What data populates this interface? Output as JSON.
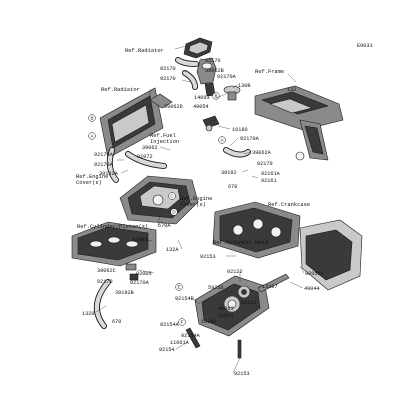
{
  "diagram_code": "E0031",
  "references": {
    "radiator_top": "Ref.Radiator",
    "radiator_left": "Ref.Radiator",
    "frame": "Ref.Frame",
    "fuel_injection": "Ref.Fuel\nInjection",
    "engine_cover_left": "Ref.Engine\nCover(s)",
    "engine_cover_mid": "Ref.Engine\nCover(s)",
    "crankcase": "Ref.Crankcase",
    "cylinder_piston": "Ref.Cylinder/Piston(s)",
    "cylinder_head": "Ref.Cylinder Head"
  },
  "callouts": [
    "A",
    "B",
    "C",
    "D",
    "E",
    "F"
  ],
  "part_labels": {
    "p92170_top": "92170",
    "p39062B_top": "39062B",
    "p92170A_top": "92170A",
    "p92170_b": "92170",
    "p14093": "14093",
    "p130B": "130B",
    "p39062D": "39062D",
    "p49054": "49054",
    "p132_frame": "132",
    "p16180": "16180",
    "p92170A_mid": "92170A",
    "p39062A": "39062A",
    "p39062": "39062",
    "p92072": "92072",
    "p92170A_left": "92170A",
    "p92170A_left2": "92170A",
    "p39192A": "39192A",
    "p39192": "39192",
    "p92170_c": "92170",
    "p92161A": "92161A",
    "p92161": "92161",
    "p670_mid": "670",
    "p670A": "670A",
    "p92005": "92005",
    "p132A": "132A",
    "p39062C": "39062C",
    "p92005_b": "92005",
    "p92170_d": "92170",
    "p92170A_low": "92170A",
    "p39192B": "39192B",
    "p1320": "1320",
    "p670_low": "670",
    "p92153_a": "92153",
    "p92122": "92122",
    "p13107": "13107",
    "p92055A": "92055A",
    "p49044": "49044",
    "p59256": "59256",
    "p92154B": "92154B",
    "p49063": "49063",
    "p11061": "11061",
    "p92122_b": "92122",
    "p92154A": "92154A",
    "p16142": "16142",
    "p92154A_b": "92154A",
    "p11061A": "11061A",
    "p92154": "92154",
    "p92153_b": "92153"
  }
}
